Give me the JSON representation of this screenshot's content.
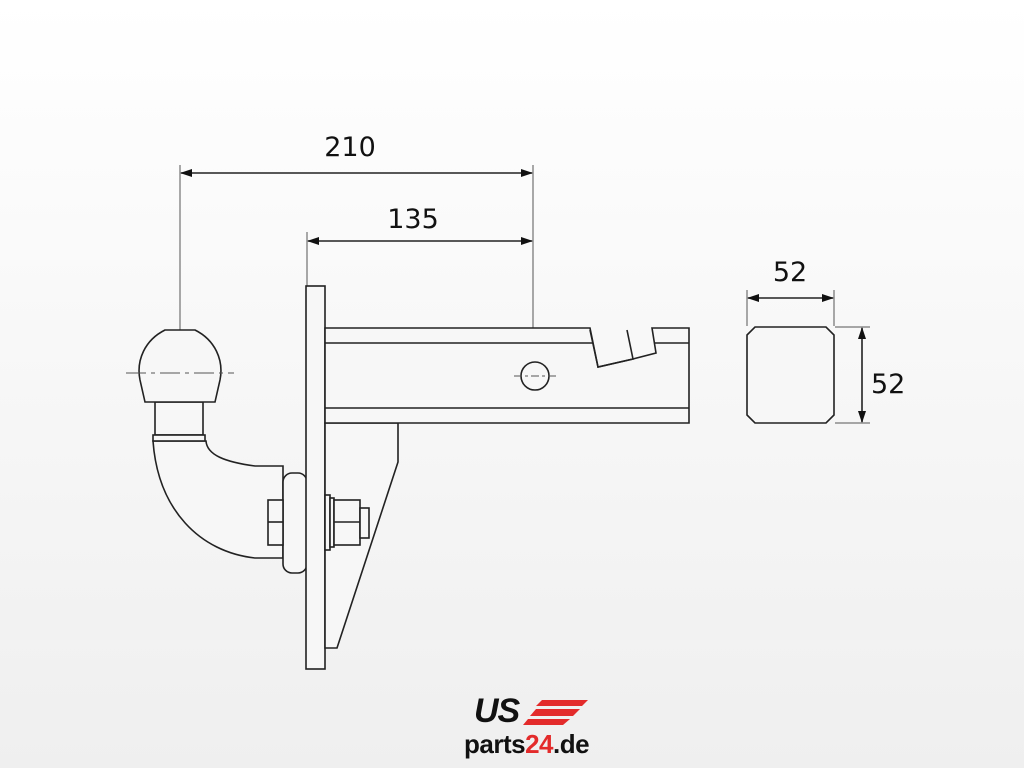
{
  "dimensions": {
    "overall_length": "210",
    "bar_length": "135",
    "square_width": "52",
    "square_height": "52"
  },
  "logo": {
    "line1": "US",
    "line2_a": "parts",
    "line2_b": "24",
    "line2_c": ".de"
  },
  "colors": {
    "line": "#222222",
    "logo_red": "#e32b2b",
    "logo_black": "#111111"
  }
}
